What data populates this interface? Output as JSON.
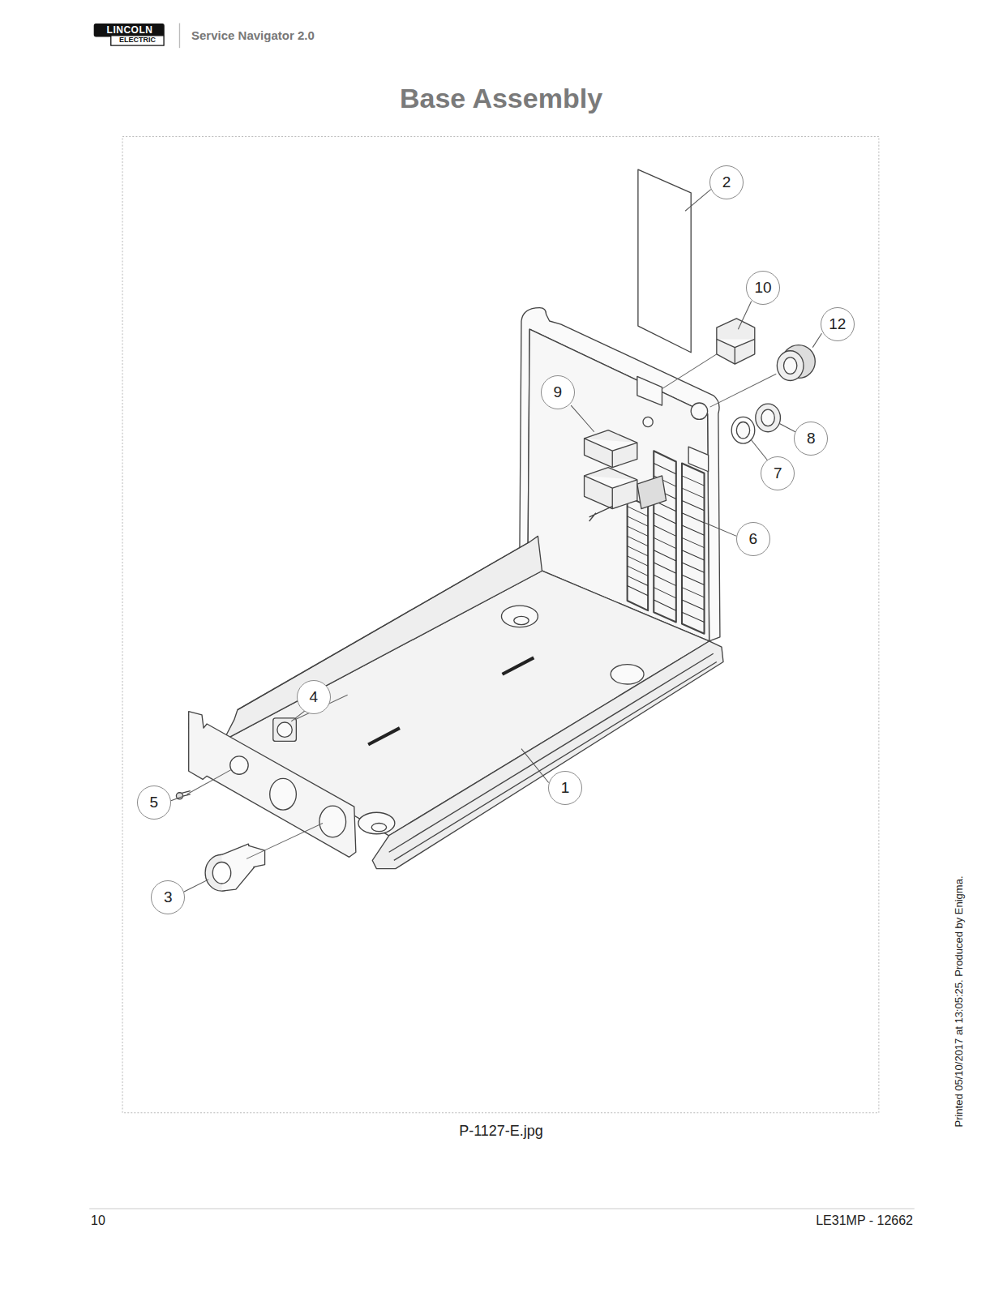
{
  "diagram": {
    "title": "Base Assembly",
    "caption": "P-1127-E.jpg",
    "nodes": [
      {
        "text": [
          "2"
        ]
      },
      {
        "text": [
          "10"
        ]
      },
      {
        "text": [
          "12"
        ]
      },
      {
        "text": [
          "9"
        ]
      },
      {
        "text": [
          "8"
        ]
      },
      {
        "text": [
          "7"
        ]
      },
      {
        "text": [
          "6"
        ]
      },
      {
        "text": [
          "4"
        ]
      },
      {
        "text": [
          "1"
        ]
      },
      {
        "text": [
          "5"
        ]
      },
      {
        "text": [
          "3"
        ]
      }
    ],
    "labels": [
      "LINCOLN",
      "ELECTRIC",
      "Service Navigator 2.0",
      "10",
      "LE31MP - 12662",
      "Printed 05/10/2017 at 13:05:25. Produced by Enigma."
    ]
  }
}
